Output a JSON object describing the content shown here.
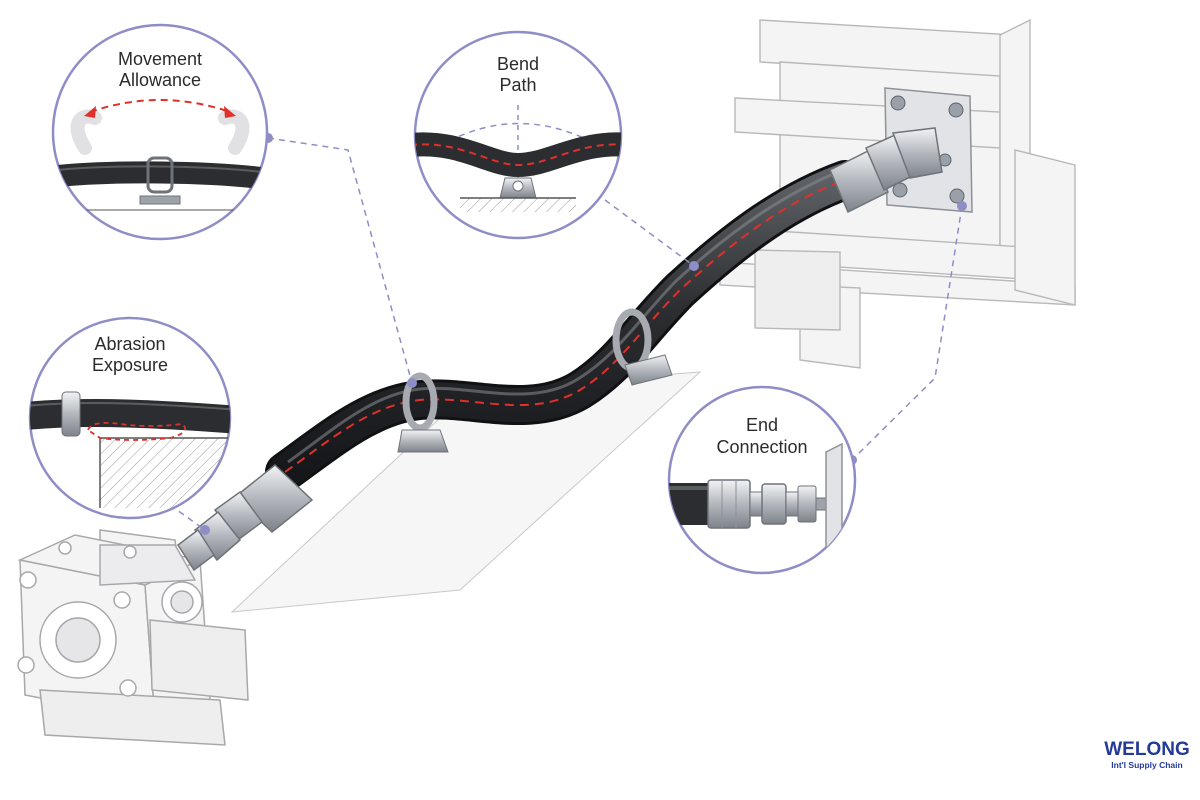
{
  "callouts": {
    "movement": {
      "line1": "Movement",
      "line2": "Allowance"
    },
    "bend": {
      "line1": "Bend",
      "line2": "Path"
    },
    "abrasion": {
      "line1": "Abrasion",
      "line2": "Exposure"
    },
    "end": {
      "line1": "End",
      "line2": "Connection"
    }
  },
  "logo": {
    "main": "WELONG",
    "sub": "Int'l Supply Chain"
  },
  "colors": {
    "callout_ring": "#8f8dc6",
    "leader_line": "#8f8dc6",
    "hose": "#2f3134",
    "path_marker": "#e0302b",
    "metal": "#b8bcc3",
    "logo_blue": "#233a96",
    "logo_accent": "#d8282d"
  }
}
